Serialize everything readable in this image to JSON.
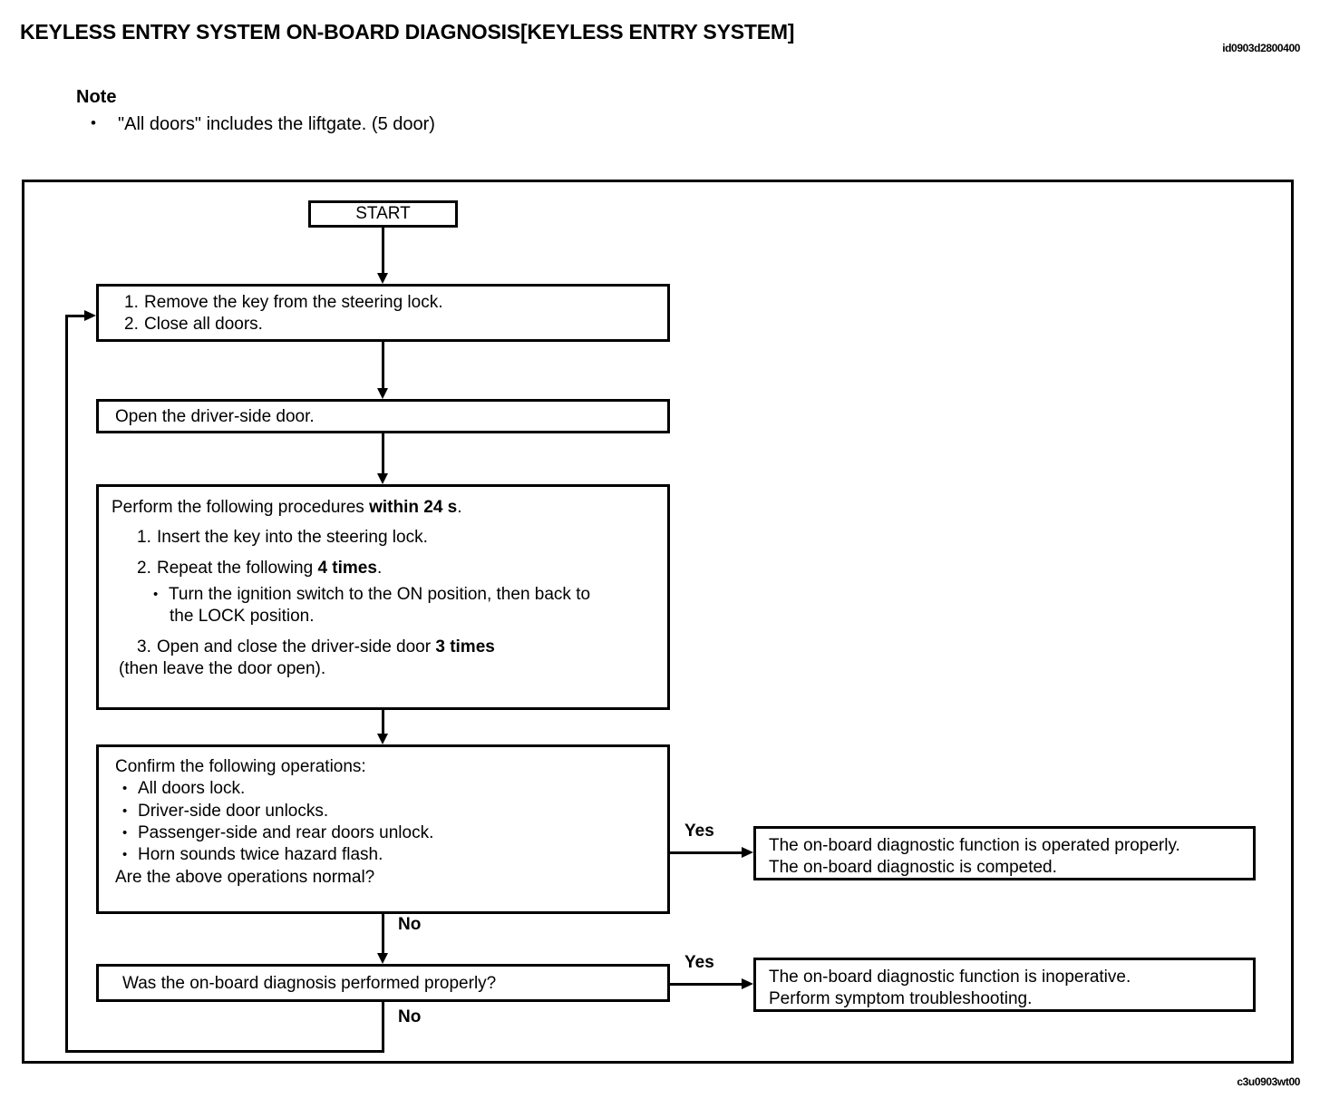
{
  "header": {
    "title": "KEYLESS ENTRY SYSTEM ON-BOARD DIAGNOSIS[KEYLESS ENTRY SYSTEM]",
    "ref_top": "id0903d2800400",
    "ref_bottom": "c3u0903wt00"
  },
  "note": {
    "heading": "Note",
    "bullet_glyph": "•",
    "items": [
      "\"All doors\" includes the liftgate. (5 door)"
    ]
  },
  "flowchart": {
    "start_label": "START",
    "step1": {
      "lines": [
        {
          "num": "1.",
          "text": "Remove the key from the steering lock."
        },
        {
          "num": "2.",
          "text": "Close all doors."
        }
      ]
    },
    "step2": {
      "text": "Open the driver-side door."
    },
    "step3": {
      "intro_prefix": "Perform the following procedures ",
      "intro_bold": "within 24 s",
      "intro_suffix": ".",
      "item1_num": "1.",
      "item1_text": "Insert the key into the steering lock.",
      "item2_num": "2.",
      "item2_prefix": "Repeat the following ",
      "item2_bold": "4 times",
      "item2_suffix": ".",
      "sub_bullet": "•",
      "sub_line1": "Turn the ignition switch to the ON position, then back to",
      "sub_line2": "the LOCK position.",
      "item3_num": "3.",
      "item3_prefix": "Open and close the driver-side door ",
      "item3_bold": "3 times",
      "item3_line2": "(then leave the door open)."
    },
    "confirm": {
      "intro": "Confirm the following operations:",
      "bullet_glyph": "•",
      "items": [
        "All doors lock.",
        "Driver-side door unlocks.",
        "Passenger-side and rear doors unlock.",
        "Horn sounds twice hazard flash."
      ],
      "question": "Are the above operations normal?"
    },
    "ask": {
      "text": "Was the on-board diagnosis performed properly?"
    },
    "result_ok": {
      "line1": "The on-board diagnostic function is operated properly.",
      "line2": "The on-board diagnostic is competed."
    },
    "result_bad": {
      "line1": "The on-board diagnostic function is inoperative.",
      "line2": "Perform symptom troubleshooting."
    },
    "edge_labels": {
      "confirm_yes": "Yes",
      "confirm_no": "No",
      "ask_yes": "Yes",
      "ask_no": "No"
    }
  }
}
